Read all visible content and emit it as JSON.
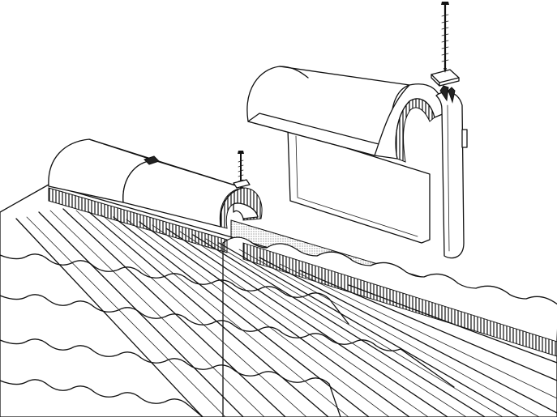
{
  "illustration": {
    "components": [
      "roof-tiles",
      "ridge-tile-left",
      "ridge-tile-right",
      "ridge-roll-underlay",
      "ridge-batten",
      "ridge-clip",
      "ridge-screw",
      "ridge-seal-brush"
    ]
  }
}
